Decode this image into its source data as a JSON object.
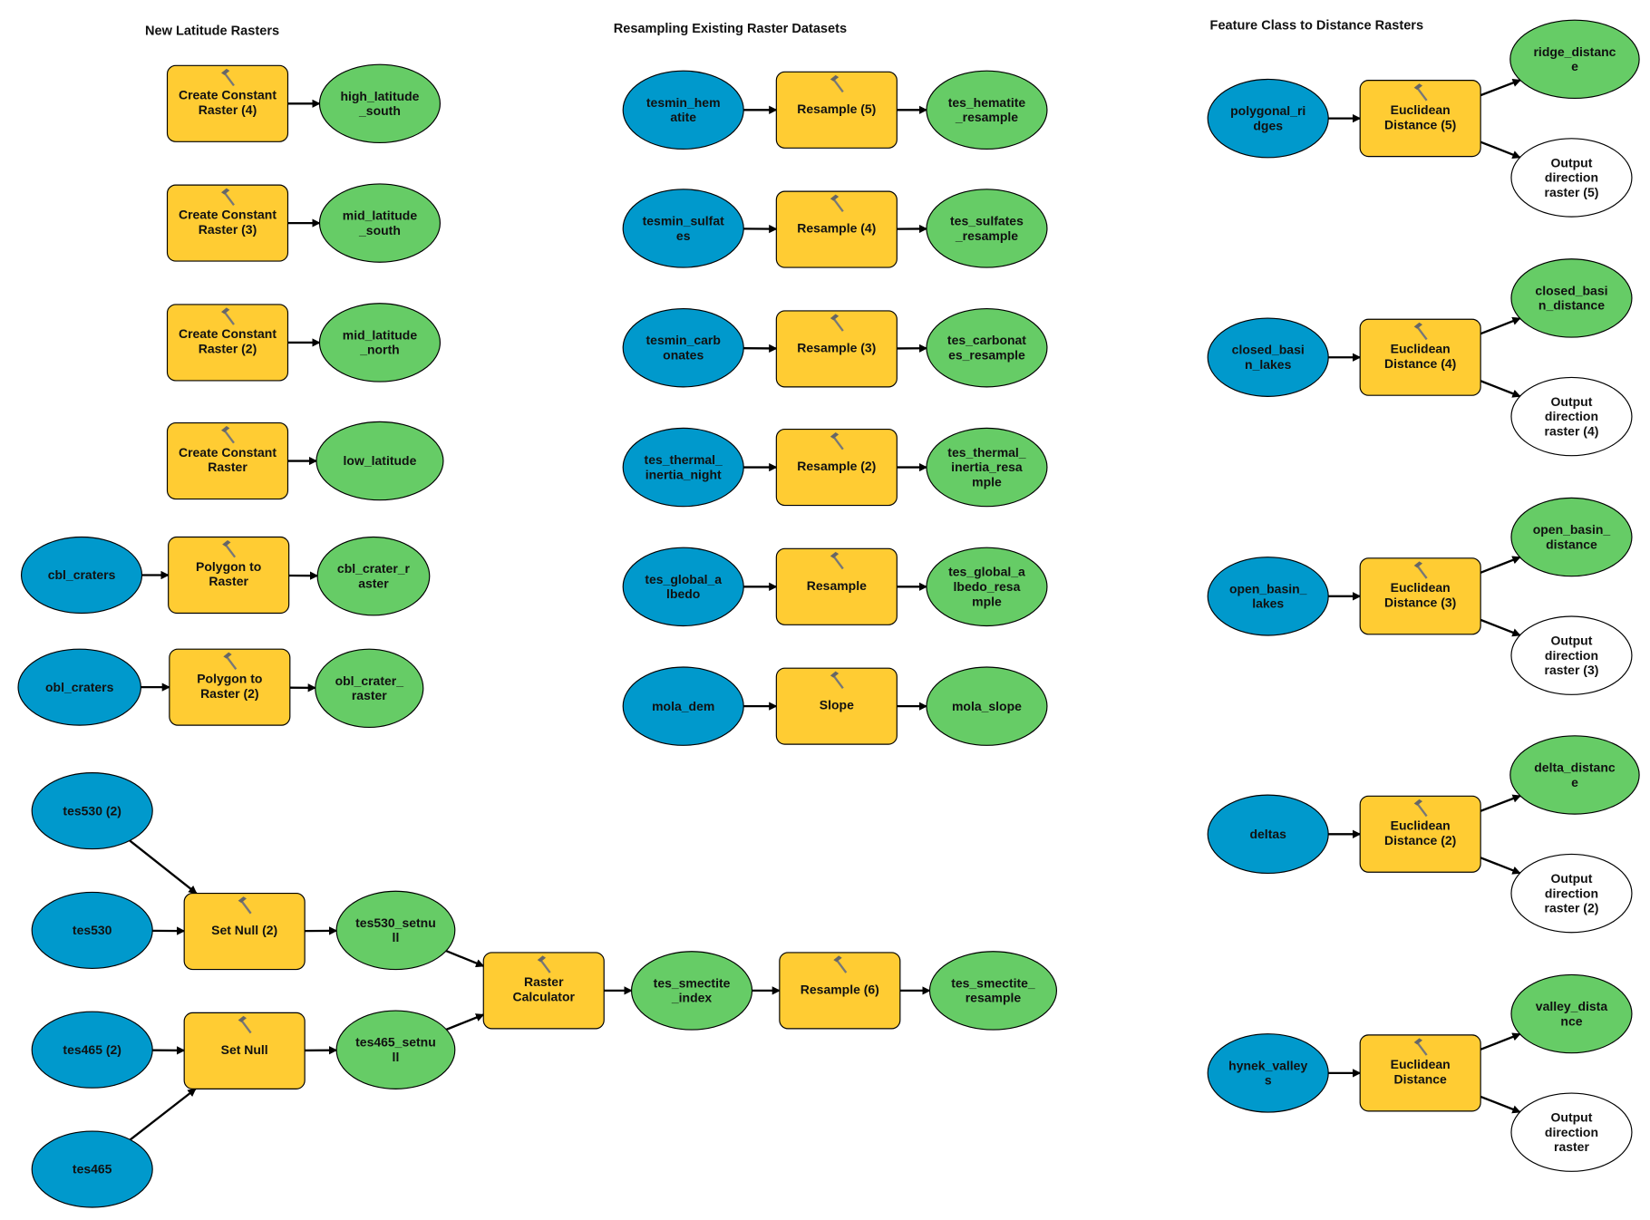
{
  "titles": {
    "latitude": "New Latitude Rasters",
    "resampling": "Resampling Existing Raster Datasets",
    "distance": "Feature Class to Distance Rasters"
  },
  "colors": {
    "tool": "#FFCC33",
    "input": "#0099CC",
    "derived": "#66CC66",
    "empty": "#FFFFFF",
    "stroke": "#000000"
  },
  "nodes": [
    {
      "id": "ccr4",
      "type": "tool",
      "lines": [
        "Create Constant",
        "Raster (4)"
      ]
    },
    {
      "id": "hls",
      "type": "derived",
      "lines": [
        "high_latitude",
        "_south"
      ]
    },
    {
      "id": "ccr3",
      "type": "tool",
      "lines": [
        "Create Constant",
        "Raster (3)"
      ]
    },
    {
      "id": "mls",
      "type": "derived",
      "lines": [
        "mid_latitude",
        "_south"
      ]
    },
    {
      "id": "ccr2",
      "type": "tool",
      "lines": [
        "Create Constant",
        "Raster (2)"
      ]
    },
    {
      "id": "mln",
      "type": "derived",
      "lines": [
        "mid_latitude",
        "_north"
      ]
    },
    {
      "id": "ccr1",
      "type": "tool",
      "lines": [
        "Create Constant",
        "Raster"
      ]
    },
    {
      "id": "ll",
      "type": "derived",
      "lines": [
        "low_latitude"
      ]
    },
    {
      "id": "cblc",
      "type": "input",
      "lines": [
        "cbl_craters"
      ]
    },
    {
      "id": "ptr1",
      "type": "tool",
      "lines": [
        "Polygon to",
        "Raster"
      ]
    },
    {
      "id": "cblr",
      "type": "derived",
      "lines": [
        "cbl_crater_r",
        "aster"
      ]
    },
    {
      "id": "oblc",
      "type": "input",
      "lines": [
        "obl_craters"
      ]
    },
    {
      "id": "ptr2",
      "type": "tool",
      "lines": [
        "Polygon to",
        "Raster (2)"
      ]
    },
    {
      "id": "oblr",
      "type": "derived",
      "lines": [
        "obl_crater_",
        "raster"
      ]
    },
    {
      "id": "t530b",
      "type": "input",
      "lines": [
        "tes530 (2)"
      ]
    },
    {
      "id": "t530",
      "type": "input",
      "lines": [
        "tes530"
      ]
    },
    {
      "id": "t465b",
      "type": "input",
      "lines": [
        "tes465 (2)"
      ]
    },
    {
      "id": "t465",
      "type": "input",
      "lines": [
        "tes465"
      ]
    },
    {
      "id": "sn2",
      "type": "tool",
      "lines": [
        "Set Null (2)"
      ]
    },
    {
      "id": "sn1",
      "type": "tool",
      "lines": [
        "Set Null"
      ]
    },
    {
      "id": "t530sn",
      "type": "derived",
      "lines": [
        "tes530_setnu",
        "ll"
      ]
    },
    {
      "id": "t465sn",
      "type": "derived",
      "lines": [
        "tes465_setnu",
        "ll"
      ]
    },
    {
      "id": "rc",
      "type": "tool",
      "lines": [
        "Raster",
        "Calculator"
      ]
    },
    {
      "id": "tsi",
      "type": "derived",
      "lines": [
        "tes_smectite",
        "_index"
      ]
    },
    {
      "id": "rs6",
      "type": "tool",
      "lines": [
        "Resample (6)"
      ]
    },
    {
      "id": "tsr",
      "type": "derived",
      "lines": [
        "tes_smectite_",
        "resample"
      ]
    },
    {
      "id": "hem",
      "type": "input",
      "lines": [
        "tesmin_hem",
        "atite"
      ]
    },
    {
      "id": "rs5",
      "type": "tool",
      "lines": [
        "Resample (5)"
      ]
    },
    {
      "id": "hemr",
      "type": "derived",
      "lines": [
        "tes_hematite",
        "_resample"
      ]
    },
    {
      "id": "sul",
      "type": "input",
      "lines": [
        "tesmin_sulfat",
        "es"
      ]
    },
    {
      "id": "rs4",
      "type": "tool",
      "lines": [
        "Resample (4)"
      ]
    },
    {
      "id": "sulr",
      "type": "derived",
      "lines": [
        "tes_sulfates",
        "_resample"
      ]
    },
    {
      "id": "carb",
      "type": "input",
      "lines": [
        "tesmin_carb",
        "onates"
      ]
    },
    {
      "id": "rs3",
      "type": "tool",
      "lines": [
        "Resample (3)"
      ]
    },
    {
      "id": "carbr",
      "type": "derived",
      "lines": [
        "tes_carbonat",
        "es_resample"
      ]
    },
    {
      "id": "thi",
      "type": "input",
      "lines": [
        "tes_thermal_",
        "inertia_night"
      ]
    },
    {
      "id": "rs2",
      "type": "tool",
      "lines": [
        "Resample (2)"
      ]
    },
    {
      "id": "thir",
      "type": "derived",
      "lines": [
        "tes_thermal_",
        "inertia_resa",
        "mple"
      ]
    },
    {
      "id": "alb",
      "type": "input",
      "lines": [
        "tes_global_a",
        "lbedo"
      ]
    },
    {
      "id": "rs1",
      "type": "tool",
      "lines": [
        "Resample"
      ]
    },
    {
      "id": "albr",
      "type": "derived",
      "lines": [
        "tes_global_a",
        "lbedo_resa",
        "mple"
      ]
    },
    {
      "id": "dem",
      "type": "input",
      "lines": [
        "mola_dem"
      ]
    },
    {
      "id": "slope",
      "type": "tool",
      "lines": [
        "Slope"
      ]
    },
    {
      "id": "mslope",
      "type": "derived",
      "lines": [
        "mola_slope"
      ]
    },
    {
      "id": "pr",
      "type": "input",
      "lines": [
        "polygonal_ri",
        "dges"
      ]
    },
    {
      "id": "ed5",
      "type": "tool",
      "lines": [
        "Euclidean",
        "Distance (5)"
      ]
    },
    {
      "id": "rd",
      "type": "derived",
      "lines": [
        "ridge_distanc",
        "e"
      ]
    },
    {
      "id": "od5",
      "type": "empty",
      "lines": [
        "Output",
        "direction",
        "raster (5)"
      ]
    },
    {
      "id": "cbl",
      "type": "input",
      "lines": [
        "closed_basi",
        "n_lakes"
      ]
    },
    {
      "id": "ed4",
      "type": "tool",
      "lines": [
        "Euclidean",
        "Distance (4)"
      ]
    },
    {
      "id": "cbd",
      "type": "derived",
      "lines": [
        "closed_basi",
        "n_distance"
      ]
    },
    {
      "id": "od4",
      "type": "empty",
      "lines": [
        "Output",
        "direction",
        "raster (4)"
      ]
    },
    {
      "id": "obl",
      "type": "input",
      "lines": [
        "open_basin_",
        "lakes"
      ]
    },
    {
      "id": "ed3",
      "type": "tool",
      "lines": [
        "Euclidean",
        "Distance (3)"
      ]
    },
    {
      "id": "obd",
      "type": "derived",
      "lines": [
        "open_basin_",
        "distance"
      ]
    },
    {
      "id": "od3",
      "type": "empty",
      "lines": [
        "Output",
        "direction",
        "raster (3)"
      ]
    },
    {
      "id": "del",
      "type": "input",
      "lines": [
        "deltas"
      ]
    },
    {
      "id": "ed2",
      "type": "tool",
      "lines": [
        "Euclidean",
        "Distance (2)"
      ]
    },
    {
      "id": "dd",
      "type": "derived",
      "lines": [
        "delta_distanc",
        "e"
      ]
    },
    {
      "id": "od2",
      "type": "empty",
      "lines": [
        "Output",
        "direction",
        "raster (2)"
      ]
    },
    {
      "id": "hv",
      "type": "input",
      "lines": [
        "hynek_valley",
        "s"
      ]
    },
    {
      "id": "ed1",
      "type": "tool",
      "lines": [
        "Euclidean",
        "Distance"
      ]
    },
    {
      "id": "vd",
      "type": "derived",
      "lines": [
        "valley_dista",
        "nce"
      ]
    },
    {
      "id": "od1",
      "type": "empty",
      "lines": [
        "Output",
        "direction",
        "raster"
      ]
    }
  ],
  "edges": [
    [
      "ccr4",
      "hls"
    ],
    [
      "ccr3",
      "mls"
    ],
    [
      "ccr2",
      "mln"
    ],
    [
      "ccr1",
      "ll"
    ],
    [
      "cblc",
      "ptr1"
    ],
    [
      "ptr1",
      "cblr"
    ],
    [
      "oblc",
      "ptr2"
    ],
    [
      "ptr2",
      "oblr"
    ],
    [
      "t530b",
      "sn2"
    ],
    [
      "t530",
      "sn2"
    ],
    [
      "t465b",
      "sn1"
    ],
    [
      "t465",
      "sn1"
    ],
    [
      "sn2",
      "t530sn"
    ],
    [
      "sn1",
      "t465sn"
    ],
    [
      "t530sn",
      "rc"
    ],
    [
      "t465sn",
      "rc"
    ],
    [
      "rc",
      "tsi"
    ],
    [
      "tsi",
      "rs6"
    ],
    [
      "rs6",
      "tsr"
    ],
    [
      "hem",
      "rs5"
    ],
    [
      "rs5",
      "hemr"
    ],
    [
      "sul",
      "rs4"
    ],
    [
      "rs4",
      "sulr"
    ],
    [
      "carb",
      "rs3"
    ],
    [
      "rs3",
      "carbr"
    ],
    [
      "thi",
      "rs2"
    ],
    [
      "rs2",
      "thir"
    ],
    [
      "alb",
      "rs1"
    ],
    [
      "rs1",
      "albr"
    ],
    [
      "dem",
      "slope"
    ],
    [
      "slope",
      "mslope"
    ],
    [
      "pr",
      "ed5"
    ],
    [
      "ed5",
      "rd"
    ],
    [
      "ed5",
      "od5"
    ],
    [
      "cbl",
      "ed4"
    ],
    [
      "ed4",
      "cbd"
    ],
    [
      "ed4",
      "od4"
    ],
    [
      "obl",
      "ed3"
    ],
    [
      "ed3",
      "obd"
    ],
    [
      "ed3",
      "od3"
    ],
    [
      "del",
      "ed2"
    ],
    [
      "ed2",
      "dd"
    ],
    [
      "ed2",
      "od2"
    ],
    [
      "hv",
      "ed1"
    ],
    [
      "ed1",
      "vd"
    ],
    [
      "ed1",
      "od1"
    ]
  ]
}
